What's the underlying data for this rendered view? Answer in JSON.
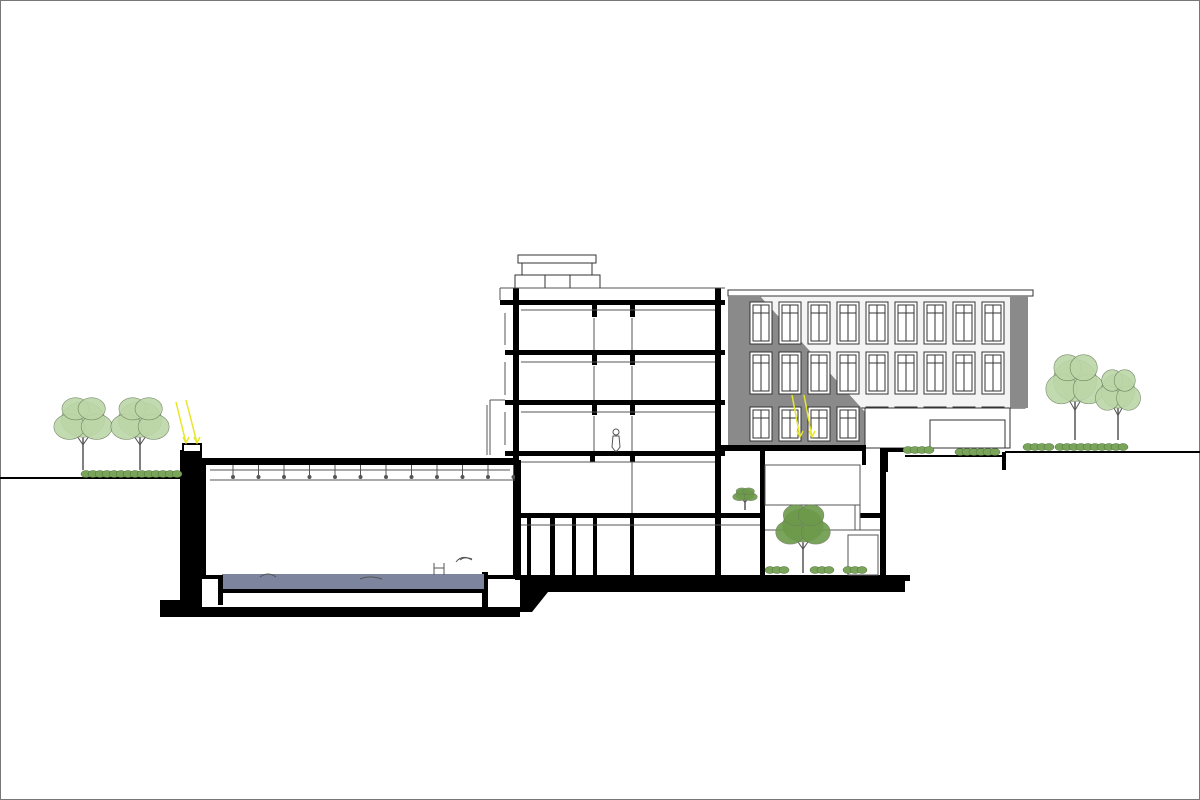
{
  "drawing": {
    "kind": "building-section",
    "labels": [],
    "colors": {
      "cut": "#000000",
      "line": "#333333",
      "shadow": "#8a8a8a",
      "pool_water": "#7d849e",
      "sunlight": "#e7e72a",
      "tree_canopy": "#bcd6a8",
      "tree_dark": "#6c9a4a",
      "shrub": "#7aa45a"
    },
    "elements": {
      "indoor_pool": "pool-water",
      "sun_rays": "sunlight-arrows",
      "person": "human-figure",
      "trees": "tree-icons"
    }
  }
}
